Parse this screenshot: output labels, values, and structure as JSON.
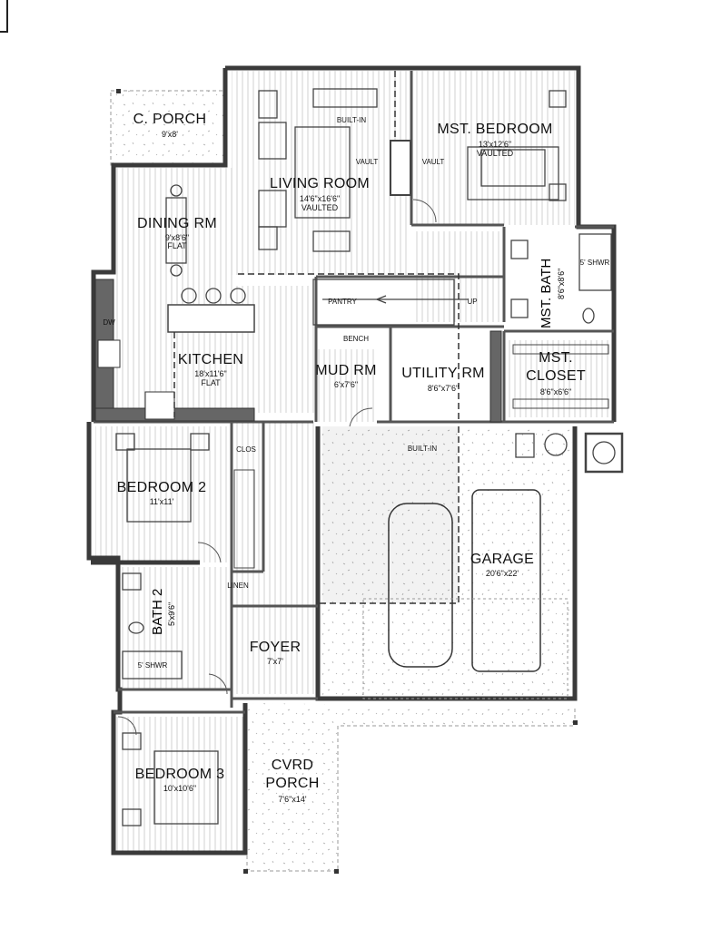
{
  "rooms": {
    "c_porch": {
      "name": "C. PORCH",
      "dim": "9'x8'"
    },
    "living": {
      "name": "LIVING ROOM",
      "dim": "14'6\"x16'6\"",
      "note": "VAULTED"
    },
    "master_bed": {
      "name": "MST. BEDROOM",
      "dim": "13'x12'6\"",
      "note": "VAULTED"
    },
    "dining": {
      "name": "DINING RM",
      "dim": "9'x8'6\"",
      "note": "FLAT"
    },
    "kitchen": {
      "name": "KITCHEN",
      "dim": "18'x11'6\"",
      "note": "FLAT"
    },
    "mud": {
      "name": "MUD RM",
      "dim": "6'x7'6\""
    },
    "utility": {
      "name": "UTILITY RM",
      "dim": "8'6\"x7'6\""
    },
    "master_bath": {
      "name": "MST. BATH",
      "dim": "8'6\"x8'6\""
    },
    "master_closet": {
      "name": "MST. CLOSET",
      "dim": "8'6\"x6'6\""
    },
    "bed2": {
      "name": "BEDROOM 2",
      "dim": "11'x11'"
    },
    "garage": {
      "name": "GARAGE",
      "dim": "20'6\"x22'"
    },
    "bath2": {
      "name": "BATH 2",
      "dim": "5'x9'6\""
    },
    "foyer": {
      "name": "FOYER",
      "dim": "7'x7'"
    },
    "bed3": {
      "name": "BEDROOM 3",
      "dim": "10'x10'6\""
    },
    "cvrd_porch": {
      "name_line1": "CVRD",
      "name_line2": "PORCH",
      "dim": "7'6\"x14'"
    }
  },
  "notes": {
    "built_in_top": "BUILT-IN",
    "vault_left": "VAULT",
    "vault_right": "VAULT",
    "pantry": "PANTRY",
    "up": "UP",
    "bench": "BENCH",
    "dw": "DW",
    "clos": "CLOS",
    "linen": "LINEN",
    "built_in_garage": "BUILT-IN",
    "shwr_master": "5' SHWR",
    "shwr_bath2": "5' SHWR"
  }
}
